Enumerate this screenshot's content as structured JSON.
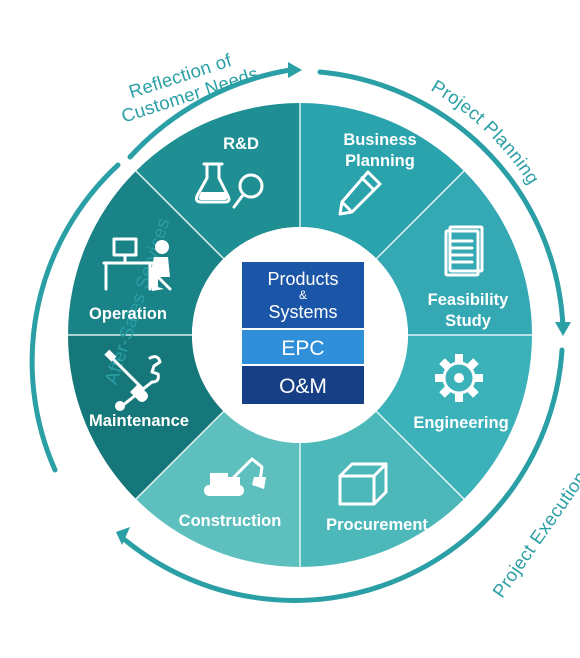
{
  "colors": {
    "rd": "#16777a",
    "business_planning": "#1a8388",
    "feasibility_study": "#1f8f94",
    "engineering": "#2aa3ad",
    "procurement": "#34a8b3",
    "construction": "#3bb1b9",
    "maintenance": "#4db8b9",
    "operation": "#5ec0be",
    "arrow": "#2a9fa5",
    "center_products": "#1a55a8",
    "center_epc": "#2f8fd8",
    "center_om": "#173f86"
  },
  "outer_labels": {
    "customer_needs_line1": "Reflection of",
    "customer_needs_line2": "Customer Needs",
    "project_planning": "Project Planning",
    "project_execution": "Project Execution",
    "after_sales": "After-Sales Services"
  },
  "segments": {
    "rd": {
      "label": "R&D",
      "icon": "flask-magnifier-icon"
    },
    "business_planning": {
      "line1": "Business",
      "line2": "Planning",
      "icon": "pencil-icon"
    },
    "feasibility_study": {
      "line1": "Feasibility",
      "line2": "Study",
      "icon": "document-icon"
    },
    "engineering": {
      "label": "Engineering",
      "icon": "gear-icon"
    },
    "procurement": {
      "label": "Procurement",
      "icon": "box-icon"
    },
    "construction": {
      "label": "Construction",
      "icon": "excavator-icon"
    },
    "maintenance": {
      "label": "Maintenance",
      "icon": "tools-icon"
    },
    "operation": {
      "label": "Operation",
      "icon": "workstation-icon"
    }
  },
  "center": {
    "products_line1": "Products",
    "products_amp": "&",
    "products_line2": "Systems",
    "epc": "EPC",
    "om": "O&M"
  }
}
